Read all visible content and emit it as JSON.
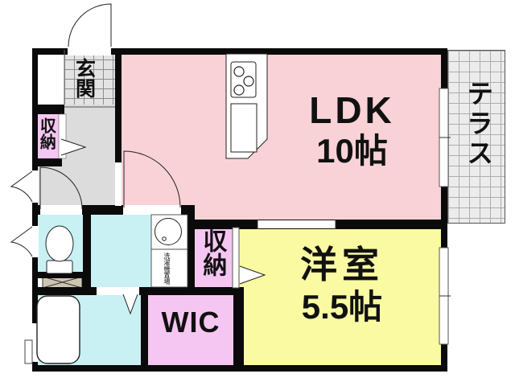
{
  "rooms": {
    "entrance": {
      "label": "玄関"
    },
    "storage_hall": {
      "label": "収納"
    },
    "ldk": {
      "name": "LDK",
      "size": "10帖"
    },
    "terrace": {
      "label": "テラス"
    },
    "storage_bedroom": {
      "label": "収納"
    },
    "western_room": {
      "name": "洋室",
      "size": "5.5帖"
    },
    "wic": {
      "label": "WIC"
    },
    "laundry": {
      "label": "洗濯機置場"
    }
  },
  "colors": {
    "wall": "#0a0a0a",
    "ldk_pink": "#f8d2d6",
    "room_yellow": "#fafaa2",
    "closet_pink": "#f6c6f2",
    "wet_cyan": "#c9f1f4",
    "hall_gray": "#dcdcdc",
    "xbox_tan": "#cdc5b2",
    "white": "#ffffff"
  }
}
